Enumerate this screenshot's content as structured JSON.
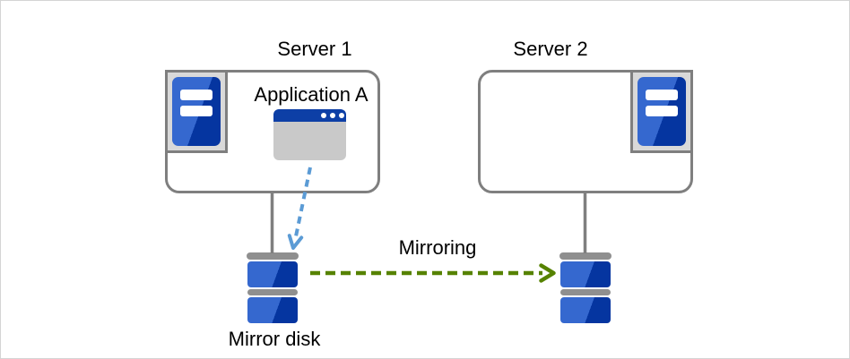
{
  "diagram": {
    "server1": {
      "label": "Server 1",
      "application_label": "Application A"
    },
    "server2": {
      "label": "Server 2"
    },
    "mirroring_label": "Mirroring",
    "mirror_disk_label": "Mirror disk"
  },
  "icons": {
    "server_tower_icon": "blue tower with two white slots (css-shape)",
    "app_window_icon": "window with navy titlebar and three dots (css-shape)",
    "disk_stack_icon": "two blue platters with gray caps (css-shape)",
    "dashed_down_arrow_icon": "blue dashed arrow, open V head (svg)",
    "dashed_right_arrow_icon": "green dashed arrow, open V head (svg)"
  },
  "colors": {
    "page_border": "#d4d4d4",
    "outline_gray": "#7f7f7f",
    "frame_fill": "#d9d9d9",
    "blue_light": "#3568cf",
    "blue_dark": "#0535a0",
    "titlebar_blue": "#0d3fa6",
    "window_gray": "#c9c9c9",
    "disk_gray": "#8f8f8f",
    "arrow_blue": "#5b9bd5",
    "arrow_green": "#568200",
    "text": "#000000"
  }
}
